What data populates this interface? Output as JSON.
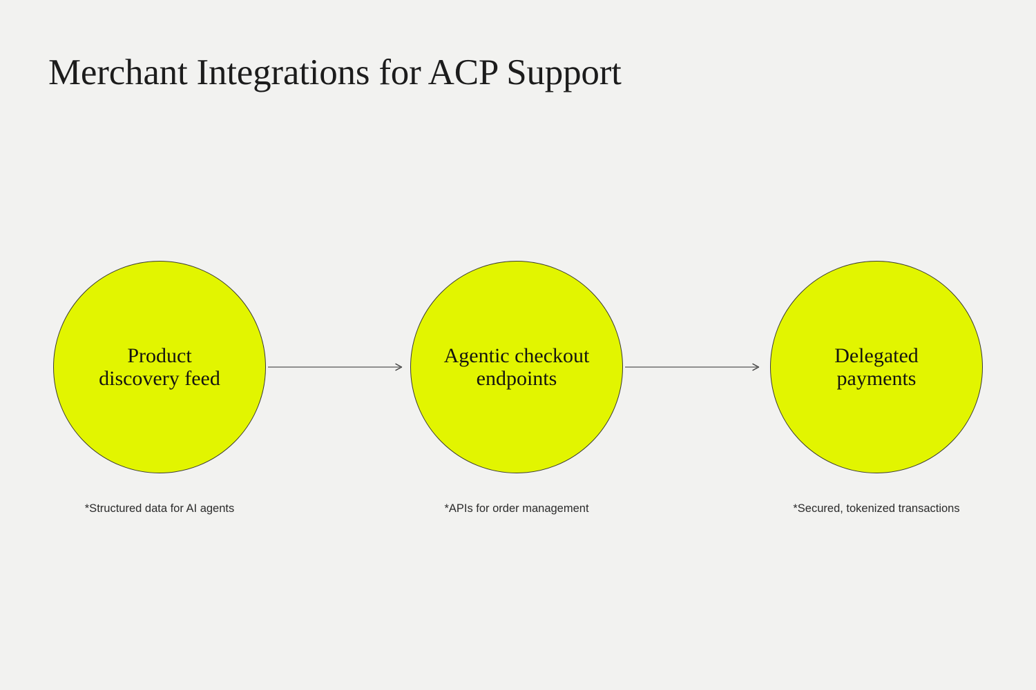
{
  "title": "Merchant Integrations for ACP Support",
  "theme": {
    "background": "#f2f2f0",
    "node_fill": "#e2f500",
    "node_stroke": "#3a3a32",
    "text": "#15150f",
    "caption_text": "#2b2b2b",
    "connector": "#6e6e6e"
  },
  "chart_data": {
    "type": "diagram",
    "layout": "horizontal-flow",
    "title": "Merchant Integrations for ACP Support",
    "node_shape": "circle",
    "nodes": [
      {
        "id": "product-discovery-feed",
        "label": "Product\ndiscovery feed",
        "caption": "*Structured data for AI agents",
        "order": 1
      },
      {
        "id": "agentic-checkout-endpoints",
        "label": "Agentic checkout\nendpoints",
        "caption": "*APIs for order management",
        "order": 2
      },
      {
        "id": "delegated-payments",
        "label": "Delegated\npayments",
        "caption": "*Secured, tokenized transactions",
        "order": 3
      }
    ],
    "connectors": [
      {
        "from": "product-discovery-feed",
        "to": "agentic-checkout-endpoints",
        "style": "arrow-right"
      },
      {
        "from": "agentic-checkout-endpoints",
        "to": "delegated-payments",
        "style": "arrow-right"
      }
    ]
  }
}
